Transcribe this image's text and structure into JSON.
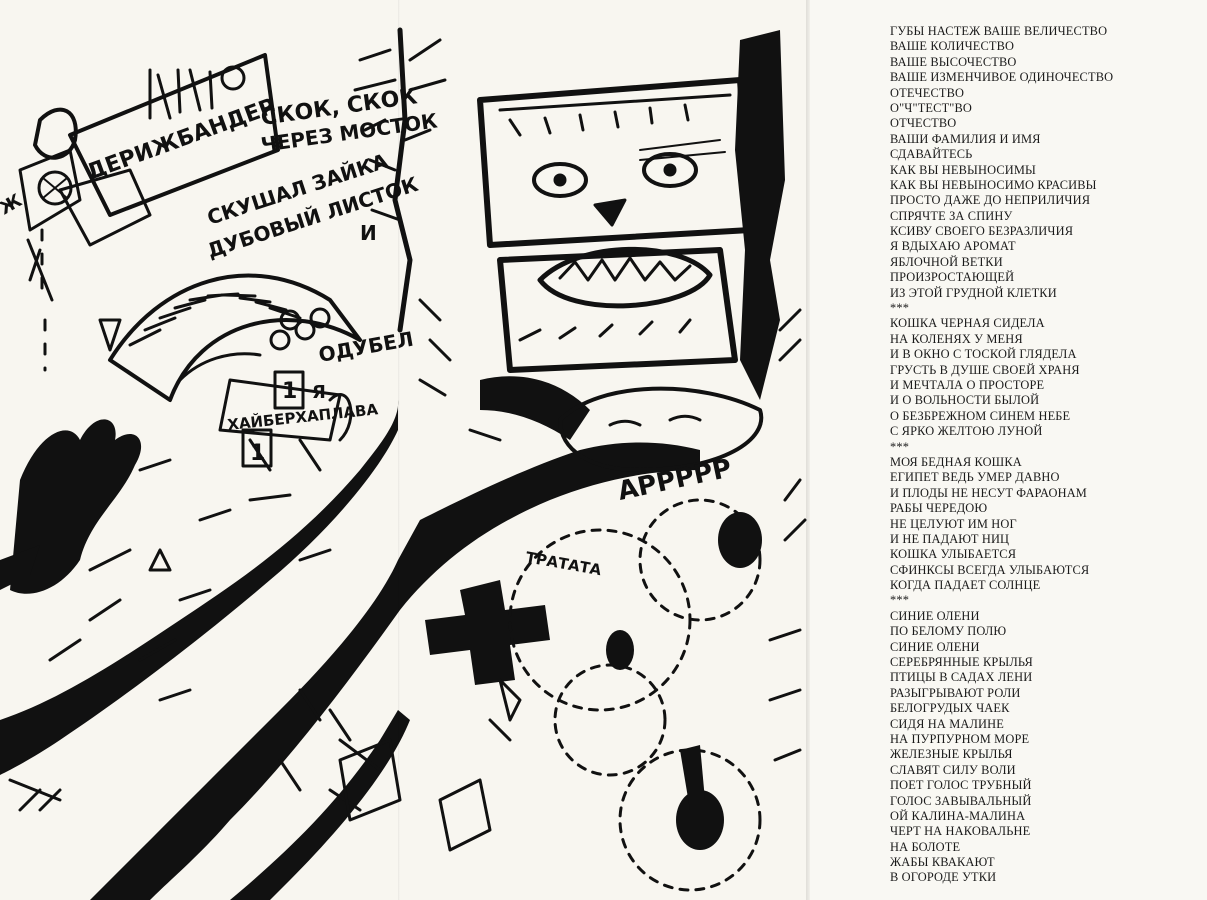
{
  "illustration": {
    "labels": {
      "deryzh": "ДЕРИЖБАНДЕР",
      "skok": "СКОК, СКОК",
      "cherez": "ЧЕРЕЗ МОСТОК",
      "skushal": "СКУШАЛ ЗАЙКА",
      "dubovy": "ДУБОВЫЙ ЛИСТОК",
      "i": "И",
      "odubel": "ОДУБЕЛ",
      "khaber": "ХАЙБЕРХАПЛАВА",
      "num1": "1",
      "num1b": "1",
      "ya": "Я",
      "prrr": "АРРРРР",
      "tratata": "ТРАТАТА",
      "sign": "Ж"
    }
  },
  "poem": {
    "lines": [
      "ГУБЫ НАСТЕЖ ВАШЕ ВЕЛИЧЕСТВО",
      "ВАШЕ КОЛИЧЕСТВО",
      "ВАШЕ ВЫСОЧЕСТВО",
      "ВАШЕ ИЗМЕНЧИВОЕ ОДИНОЧЕСТВО",
      "ОТЕЧЕСТВО",
      "О\"Ч\"ТЕСТ\"ВО",
      "ОТЧЕСТВО",
      "ВАШИ ФАМИЛИЯ И ИМЯ",
      "СДАВАЙТЕСЬ",
      "КАК ВЫ НЕВЫНОСИМЫ",
      "КАК ВЫ НЕВЫНОСИМО КРАСИВЫ",
      "ПРОСТО ДАЖЕ ДО НЕПРИЛИЧИЯ",
      "СПРЯЧТЕ ЗА СПИНУ",
      "КСИВУ СВОЕГО БЕЗРАЗЛИЧИЯ",
      "Я ВДЫХАЮ АРОМАТ",
      "ЯБЛОЧНОЙ ВЕТКИ",
      "ПРОИЗРОСТАЮЩЕЙ",
      "ИЗ ЭТОЙ ГРУДНОЙ КЛЕТКИ",
      "***",
      "КОШКА ЧЕРНАЯ СИДЕЛА",
      "НА КОЛЕНЯХ У МЕНЯ",
      "И В ОКНО С ТОСКОЙ ГЛЯДЕЛА",
      "ГРУСТЬ В ДУШЕ СВОЕЙ ХРАНЯ",
      "И МЕЧТАЛА О ПРОСТОРЕ",
      "И О ВОЛЬНОСТИ БЫЛОЙ",
      "О БЕЗБРЕЖНОМ СИНЕМ НЕБЕ",
      "С ЯРКО ЖЕЛТОЮ ЛУНОЙ",
      "***",
      "МОЯ БЕДНАЯ КОШКА",
      "ЕГИПЕТ ВЕДЬ УМЕР ДАВНО",
      "И ПЛОДЫ НЕ НЕСУТ ФАРАОНАМ",
      "РАБЫ ЧЕРЕДОЮ",
      "НЕ ЦЕЛУЮТ ИМ НОГ",
      "И НЕ ПАДАЮТ НИЦ",
      "КОШКА УЛЫБАЕТСЯ",
      "СФИНКСЫ ВСЕГДА УЛЫБАЮТСЯ",
      "КОГДА ПАДАЕТ СОЛНЦЕ",
      "***",
      "СИНИЕ ОЛЕНИ",
      "ПО БЕЛОМУ ПОЛЮ",
      "СИНИЕ ОЛЕНИ",
      "СЕРЕБРЯННЫЕ КРЫЛЬЯ",
      "ПТИЦЫ В САДАХ ЛЕНИ",
      "РАЗЫГРЫВАЮТ РОЛИ",
      "БЕЛОГРУДЫХ ЧАЕК",
      "СИДЯ НА МАЛИНЕ",
      "НА ПУРПУРНОМ МОРЕ",
      "ЖЕЛЕЗНЫЕ КРЫЛЬЯ",
      "СЛАВЯТ СИЛУ ВОЛИ",
      "ПОЕТ ГОЛОС ТРУБНЫЙ",
      "ГОЛОС ЗАВЫВАЛЬНЫЙ",
      "ОЙ КАЛИНА-МАЛИНА",
      "ЧЕРТ НА НАКОВАЛЬНЕ",
      "НА БОЛОТЕ",
      "ЖАБЫ КВАКАЮТ",
      "В ОГОРОДЕ УТКИ"
    ]
  }
}
